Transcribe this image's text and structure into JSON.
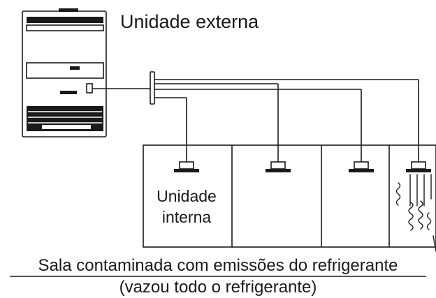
{
  "labels": {
    "outdoor_unit": "Unidade externa",
    "indoor_unit": "Unidade interna",
    "caption_line1": "Sala contaminada com emissões do refrigerante",
    "caption_line2": "(vazou todo o refrigerante)"
  },
  "diagram": {
    "room_count": 4,
    "indoor_unit_count": 4,
    "leaking_room": "right-most room"
  },
  "colors": {
    "line": "#1a1a1a",
    "background": "#ffffff"
  }
}
